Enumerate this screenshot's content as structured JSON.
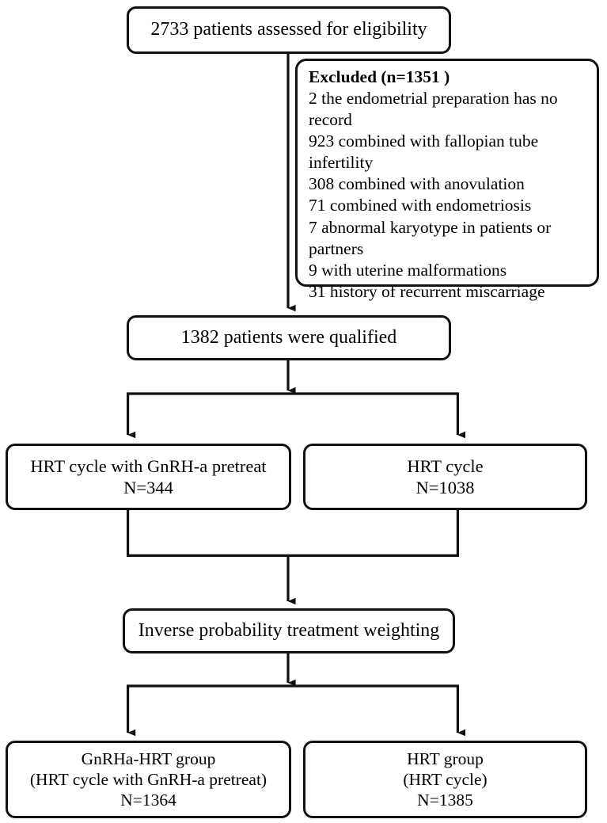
{
  "diagram": {
    "title": "Patient selection and study group assignment flow diagram",
    "type": "flowchart",
    "accent_color": "#111111",
    "background_color": "#ffffff",
    "nodes": {
      "assessed": {
        "text": "2733 patients assessed for eligibility",
        "count": 2733
      },
      "excluded": {
        "header": "Excluded (n=1351 )",
        "count": 1351,
        "reasons": [
          "2 the endometrial preparation  has no record",
          "923 combined with fallopian tube infertility",
          "308 combined with anovulation",
          "71 combined with endometriosis",
          "7  abnormal karyotype in patients or partners",
          "9 with uterine malformations",
          "31 history of recurrent miscarriage"
        ]
      },
      "qualified": {
        "text": "1382 patients were qualified",
        "count": 1382
      },
      "hrt_gnrha": {
        "line1": "HRT cycle with GnRH-a pretreat",
        "line2": "N=344",
        "count": 344
      },
      "hrt": {
        "line1": "HRT cycle",
        "line2": "N=1038",
        "count": 1038
      },
      "iptw": {
        "text": "Inverse probability treatment weighting"
      },
      "group_gnrha": {
        "line1": "GnRHa-HRT group",
        "line2": "(HRT cycle with GnRH-a pretreat)",
        "line3": "N=1364",
        "count": 1364
      },
      "group_hrt": {
        "line1": "HRT group",
        "line2": "(HRT cycle)",
        "line3": "N=1385",
        "count": 1385
      }
    }
  }
}
